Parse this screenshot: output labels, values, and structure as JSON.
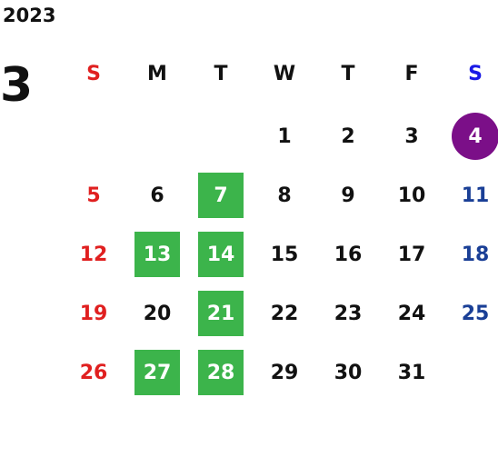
{
  "calendar": {
    "year": "2023",
    "month": "3",
    "weekdays": [
      "S",
      "M",
      "T",
      "W",
      "T",
      "F",
      "S"
    ],
    "weeks": [
      [
        "",
        "",
        "",
        "1",
        "2",
        "3",
        "4"
      ],
      [
        "5",
        "6",
        "7",
        "8",
        "9",
        "10",
        "11"
      ],
      [
        "12",
        "13",
        "14",
        "15",
        "16",
        "17",
        "18"
      ],
      [
        "19",
        "20",
        "21",
        "22",
        "23",
        "24",
        "25"
      ],
      [
        "26",
        "27",
        "28",
        "29",
        "30",
        "31",
        ""
      ]
    ],
    "highlighted_days": [
      "7",
      "13",
      "14",
      "21",
      "27",
      "28"
    ],
    "today": "4"
  },
  "colors": {
    "sunday": "#e02020",
    "saturday": "#1a3f96",
    "saturday_header": "#1a1ae6",
    "highlight": "#3cb44b",
    "today": "#7b0f88",
    "text": "#111111"
  }
}
